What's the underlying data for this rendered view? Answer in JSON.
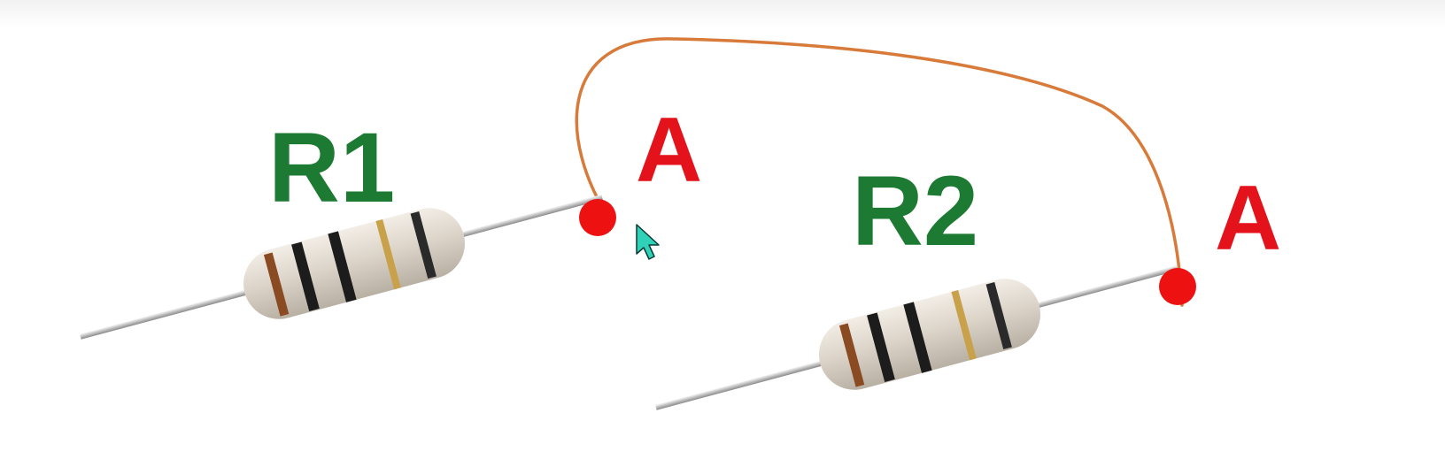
{
  "labels": {
    "r1": "R1",
    "r2": "R2",
    "node_a_left": "A",
    "node_a_right": "A"
  },
  "colors": {
    "resistor_label": "#1d7a32",
    "node_label": "#e3121b",
    "node_dot": "#ee1111",
    "wire": "#d77a3a",
    "resistor_body": "#dcd4c8",
    "band_brown": "#8a4a22",
    "band_black": "#1c1c1c",
    "band_gold": "#c8a14a"
  },
  "cursor": {
    "icon": "pointer-cursor-icon",
    "color": "#2fd1b8"
  }
}
